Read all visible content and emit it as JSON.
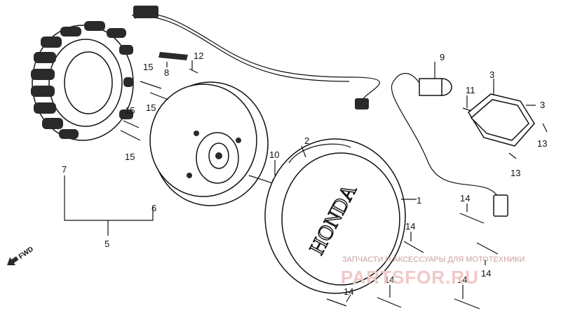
{
  "callouts": {
    "c1": "1",
    "c2": "2",
    "c3a": "3",
    "c3b": "3",
    "c5": "5",
    "c6": "6",
    "c7": "7",
    "c8": "8",
    "c9": "9",
    "c10": "10",
    "c11": "11",
    "c12": "12",
    "c13a": "13",
    "c13b": "13",
    "c14a": "14",
    "c14b": "14",
    "c14c": "14",
    "c14d": "14",
    "c14e": "14",
    "c14f": "14",
    "c15a": "15",
    "c15b": "15",
    "c15c": "15",
    "c15d": "15"
  },
  "cover_brand": "HONDA",
  "fwd_label": "FWD",
  "watermark": {
    "caption": "ЗАПЧАСТИ И АКСЕССУАРЫ ДЛЯ МОТОТЕХНИКИ",
    "site": "PARTSFOR.RU",
    "color": "#e8b4b4"
  }
}
